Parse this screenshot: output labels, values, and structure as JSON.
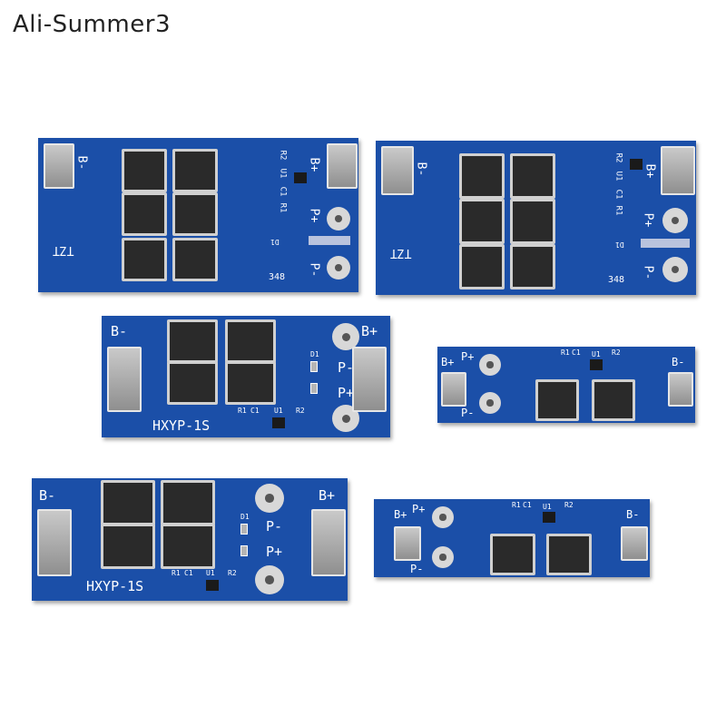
{
  "watermark": "Ali-Summer3",
  "boards": [
    {
      "b_minus": "B-",
      "b_plus": "B+",
      "p_plus": "P+",
      "p_minus": "P-",
      "tzt": "TZT",
      "code": "348",
      "r1": "R1",
      "r2": "R2",
      "c1": "C1",
      "u1": "U1",
      "d1": "D1"
    },
    {
      "b_minus": "B-",
      "b_plus": "B+",
      "p_plus": "P+",
      "p_minus": "P-",
      "tzt": "TZT",
      "code": "348",
      "r1": "R1",
      "r2": "R2",
      "c1": "C1",
      "u1": "U1",
      "d1": "D1"
    },
    {
      "b_minus": "B-",
      "b_plus": "B+",
      "p_minus": "P-",
      "p_plus": "P+",
      "model": "HXYP-1S",
      "r1": "R1",
      "c1": "C1",
      "u1": "U1",
      "r2": "R2",
      "d1": "D1"
    },
    {
      "b_plus": "B+",
      "p_plus": "P+",
      "p_minus": "P-",
      "b_minus": "B-",
      "r1": "R1",
      "c1": "C1",
      "u1": "U1",
      "r2": "R2"
    },
    {
      "b_minus": "B-",
      "b_plus": "B+",
      "p_minus": "P-",
      "p_plus": "P+",
      "model": "HXYP-1S",
      "r1": "R1",
      "c1": "C1",
      "u1": "U1",
      "r2": "R2",
      "d1": "D1"
    },
    {
      "b_plus": "B+",
      "p_plus": "P+",
      "p_minus": "P-",
      "b_minus": "B-",
      "r1": "R1",
      "c1": "C1",
      "u1": "U1",
      "r2": "R2"
    }
  ]
}
